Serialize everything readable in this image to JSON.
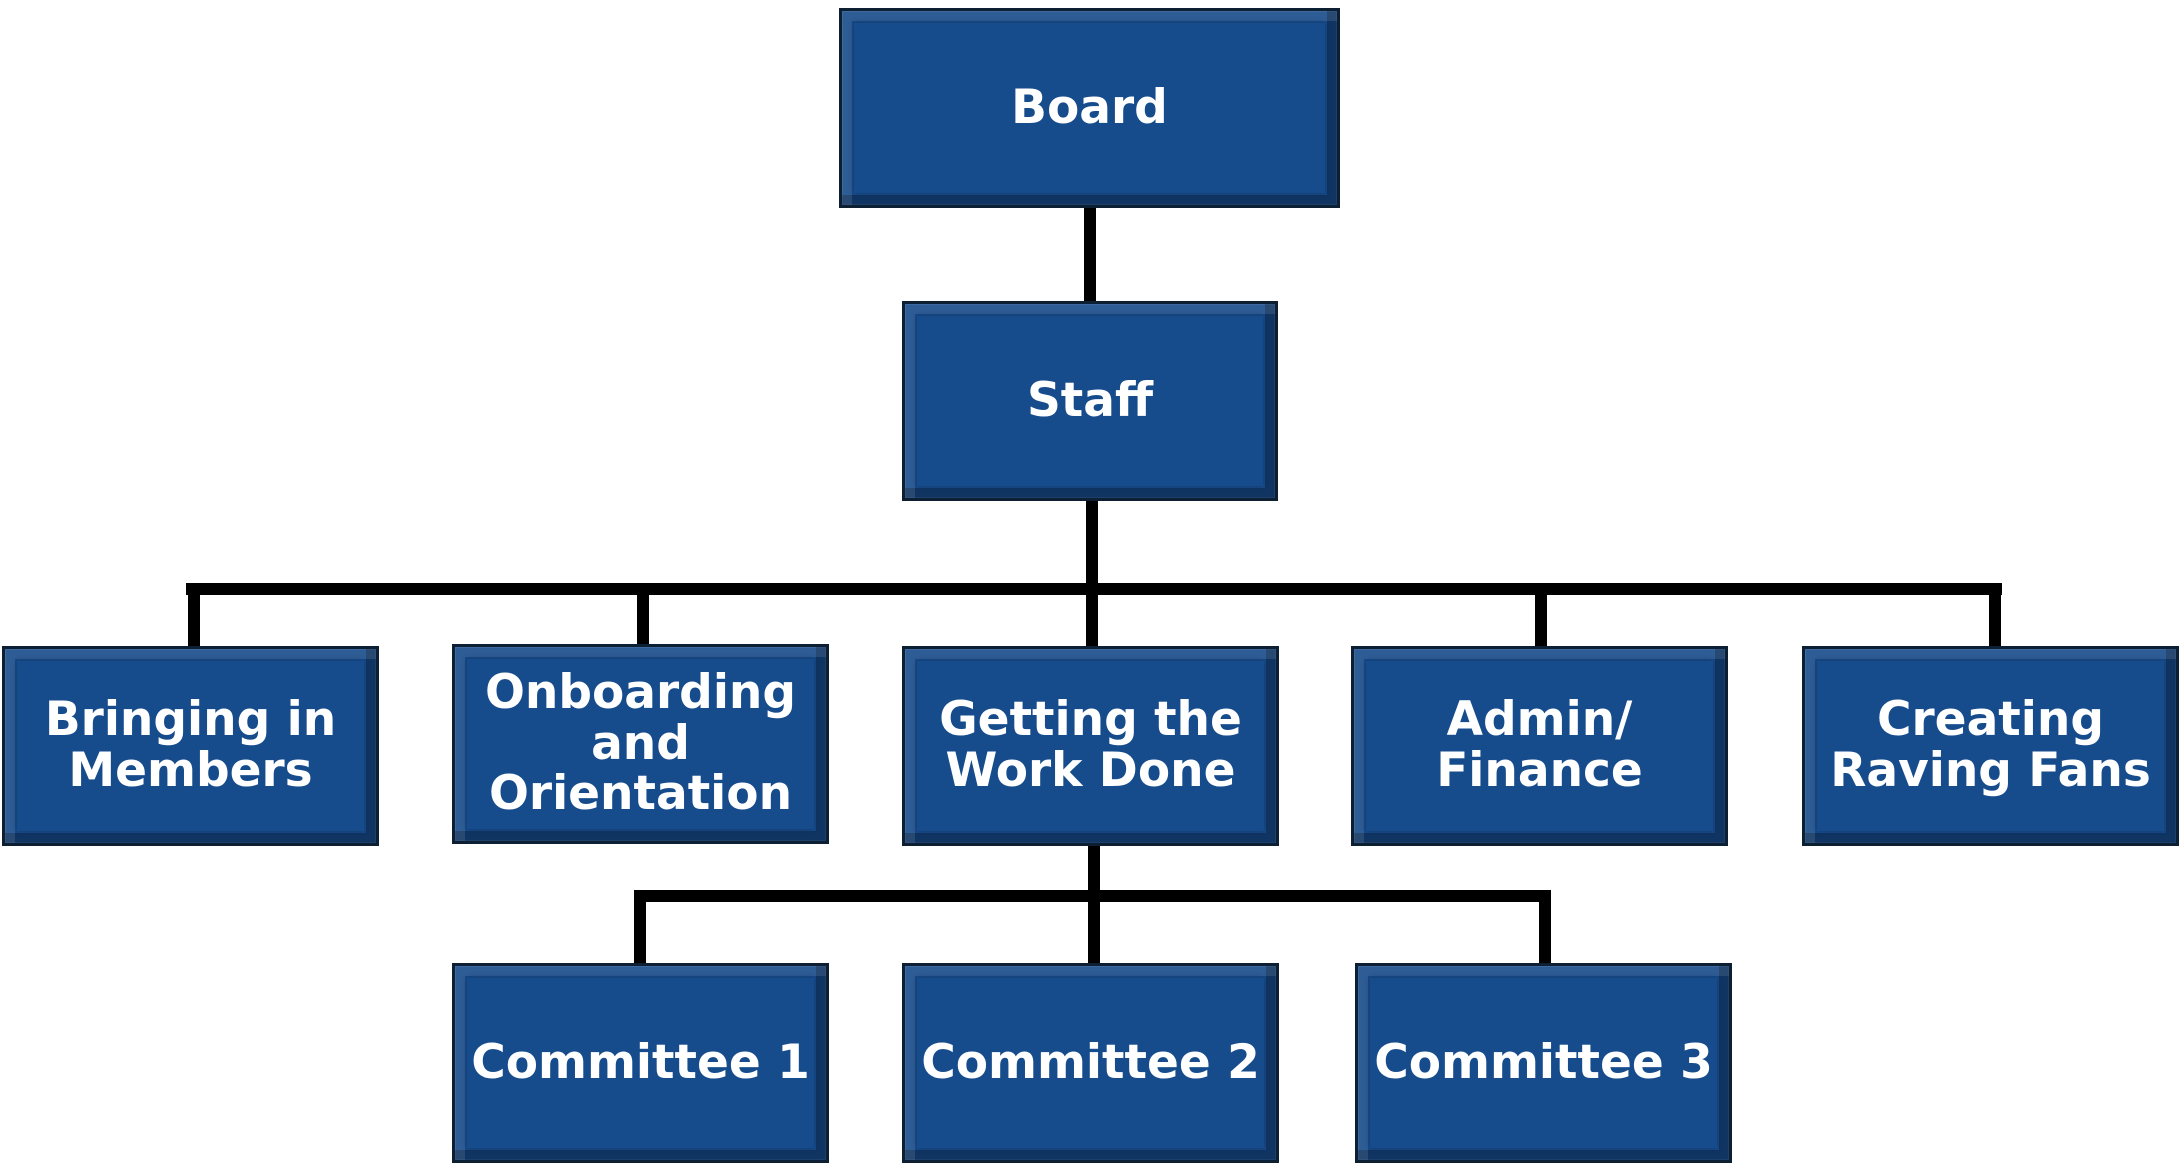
{
  "colors": {
    "node_fill": "#174a8a",
    "node_border": "#0d1f33",
    "node_text": "#ffffff",
    "connector": "#000000"
  },
  "nodes": {
    "board": "Board",
    "staff": "Staff",
    "bringing_in_members": "Bringing in\nMembers",
    "onboarding": "Onboarding\nand\nOrientation",
    "getting_work_done": "Getting the\nWork Done",
    "admin_finance": "Admin/\nFinance",
    "raving_fans": "Creating\nRaving Fans",
    "committee_1": "Committee 1",
    "committee_2": "Committee 2",
    "committee_3": "Committee 3"
  }
}
